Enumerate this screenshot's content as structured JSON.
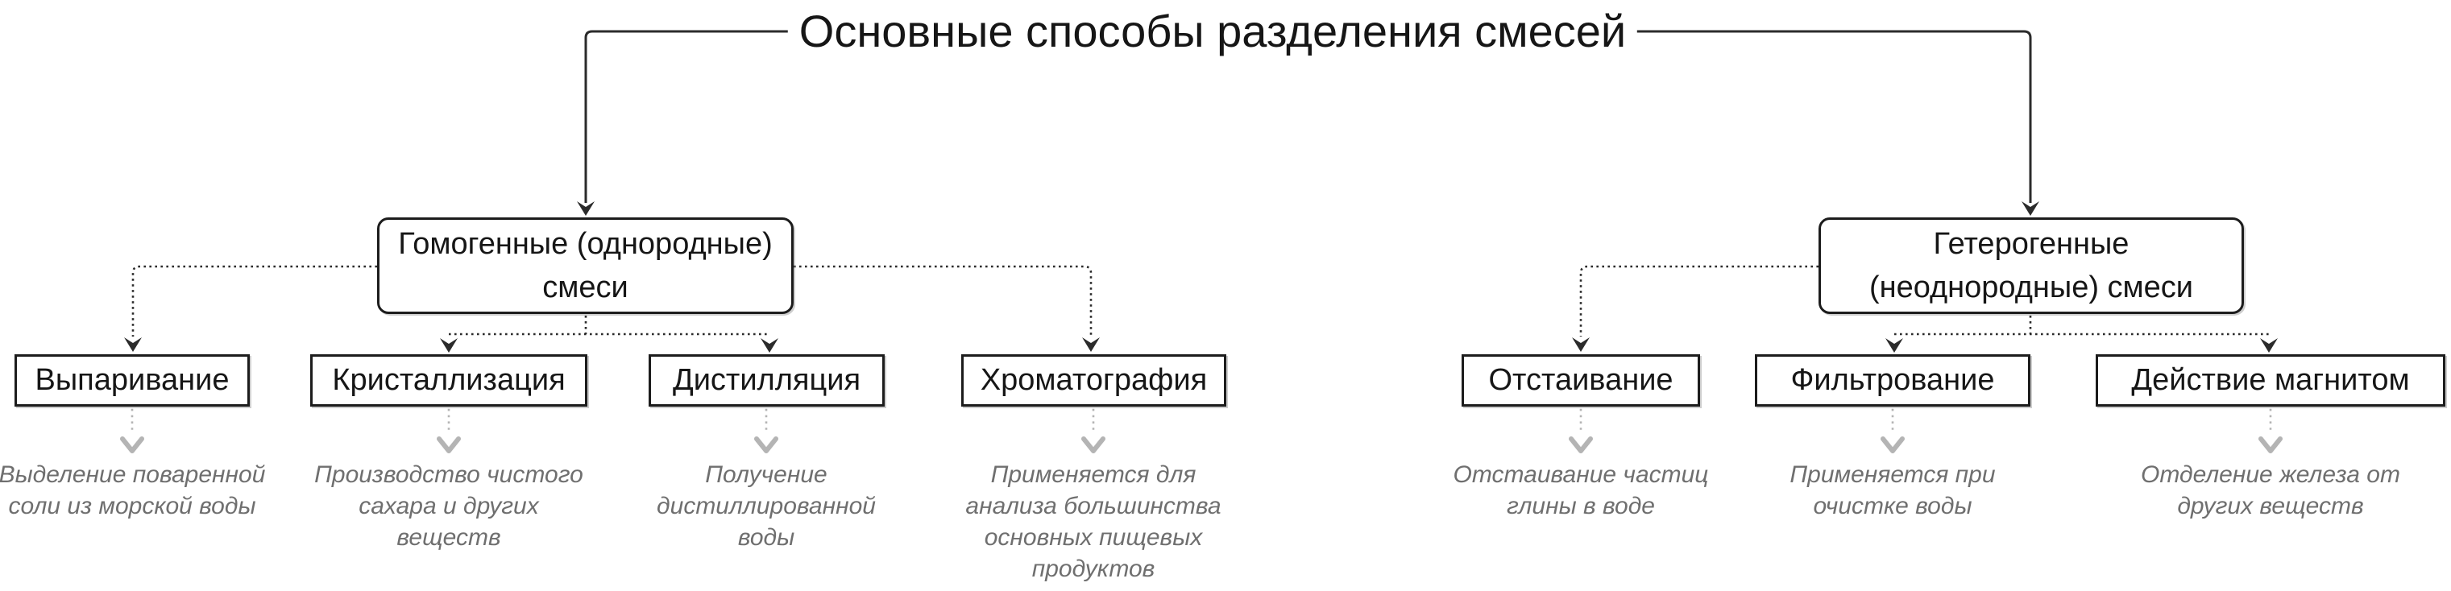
{
  "title": "Основные способы разделения смесей",
  "branches": [
    {
      "label": "Гомогенные (однородные)\nсмеси",
      "methods": [
        {
          "label": "Выпаривание",
          "description": "Выделение поваренной\nсоли из морской воды"
        },
        {
          "label": "Кристаллизация",
          "description": "Производство чистого\nсахара и других\nвеществ"
        },
        {
          "label": "Дистилляция",
          "description": "Получение\nдистиллированной\nводы"
        },
        {
          "label": "Хроматография",
          "description": "Применяется для\nанализа большинства\nосновных пищевых\nпродуктов"
        }
      ]
    },
    {
      "label": "Гетерогенные\n(неоднородные) смеси",
      "methods": [
        {
          "label": "Отстаивание",
          "description": "Отстаивание частиц\nглины в воде"
        },
        {
          "label": "Фильтрование",
          "description": "Применяется при\nочистке воды"
        },
        {
          "label": "Действие магнитом",
          "description": "Отделение железа от\nдругих веществ"
        }
      ]
    }
  ],
  "colors": {
    "background": "#ffffff",
    "node_fill": "#ffffff",
    "node_border": "#1c1c1c",
    "primary_connector": "#2b2b2b",
    "secondary_connector": "#b4b4b4",
    "description_text": "#6f6f6f"
  }
}
